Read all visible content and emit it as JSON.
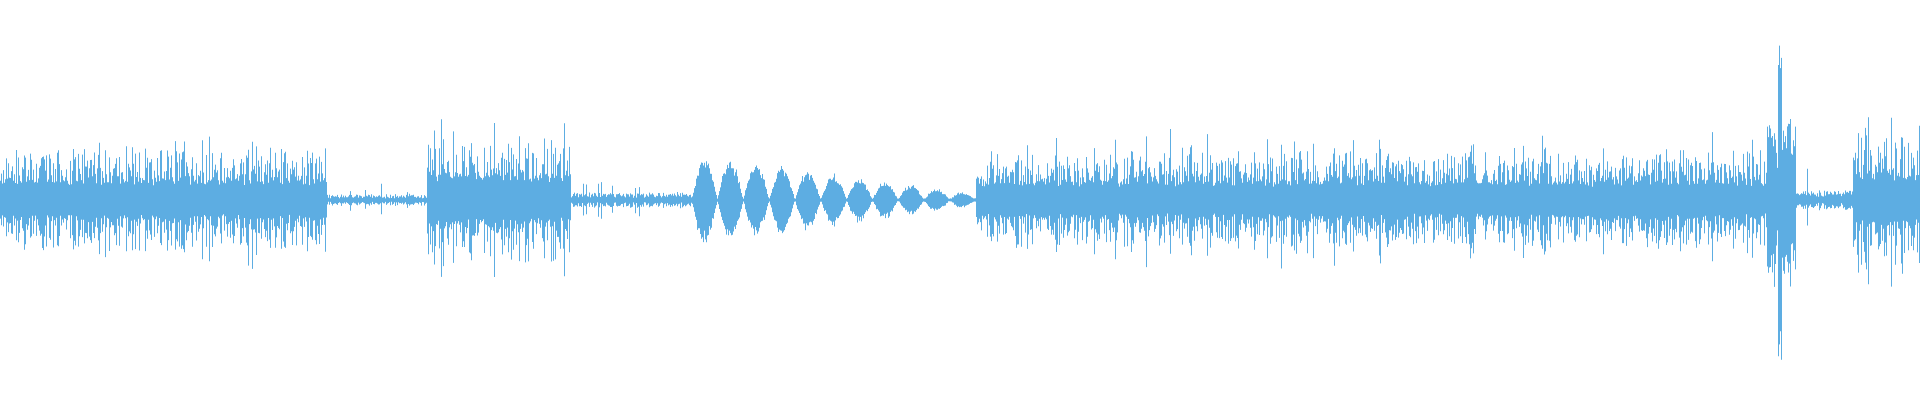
{
  "waveform": {
    "color": "#5DADE2",
    "background": "#ffffff",
    "duration_fraction_axis": "time",
    "segments": [
      {
        "start": 0.0,
        "end": 0.17,
        "amp": 0.26,
        "kind": "speech"
      },
      {
        "start": 0.17,
        "end": 0.222,
        "amp": 0.03,
        "kind": "quiet"
      },
      {
        "start": 0.222,
        "end": 0.297,
        "amp": 0.32,
        "kind": "speech"
      },
      {
        "start": 0.297,
        "end": 0.36,
        "amp": 0.04,
        "kind": "quiet"
      },
      {
        "start": 0.36,
        "end": 0.508,
        "amp": 0.2,
        "kind": "tonal"
      },
      {
        "start": 0.508,
        "end": 0.92,
        "amp": 0.24,
        "kind": "speech"
      },
      {
        "start": 0.92,
        "end": 0.935,
        "amp": 0.42,
        "kind": "spike"
      },
      {
        "start": 0.935,
        "end": 0.965,
        "amp": 0.05,
        "kind": "quiet"
      },
      {
        "start": 0.965,
        "end": 1.0,
        "amp": 0.35,
        "kind": "speech"
      }
    ]
  }
}
